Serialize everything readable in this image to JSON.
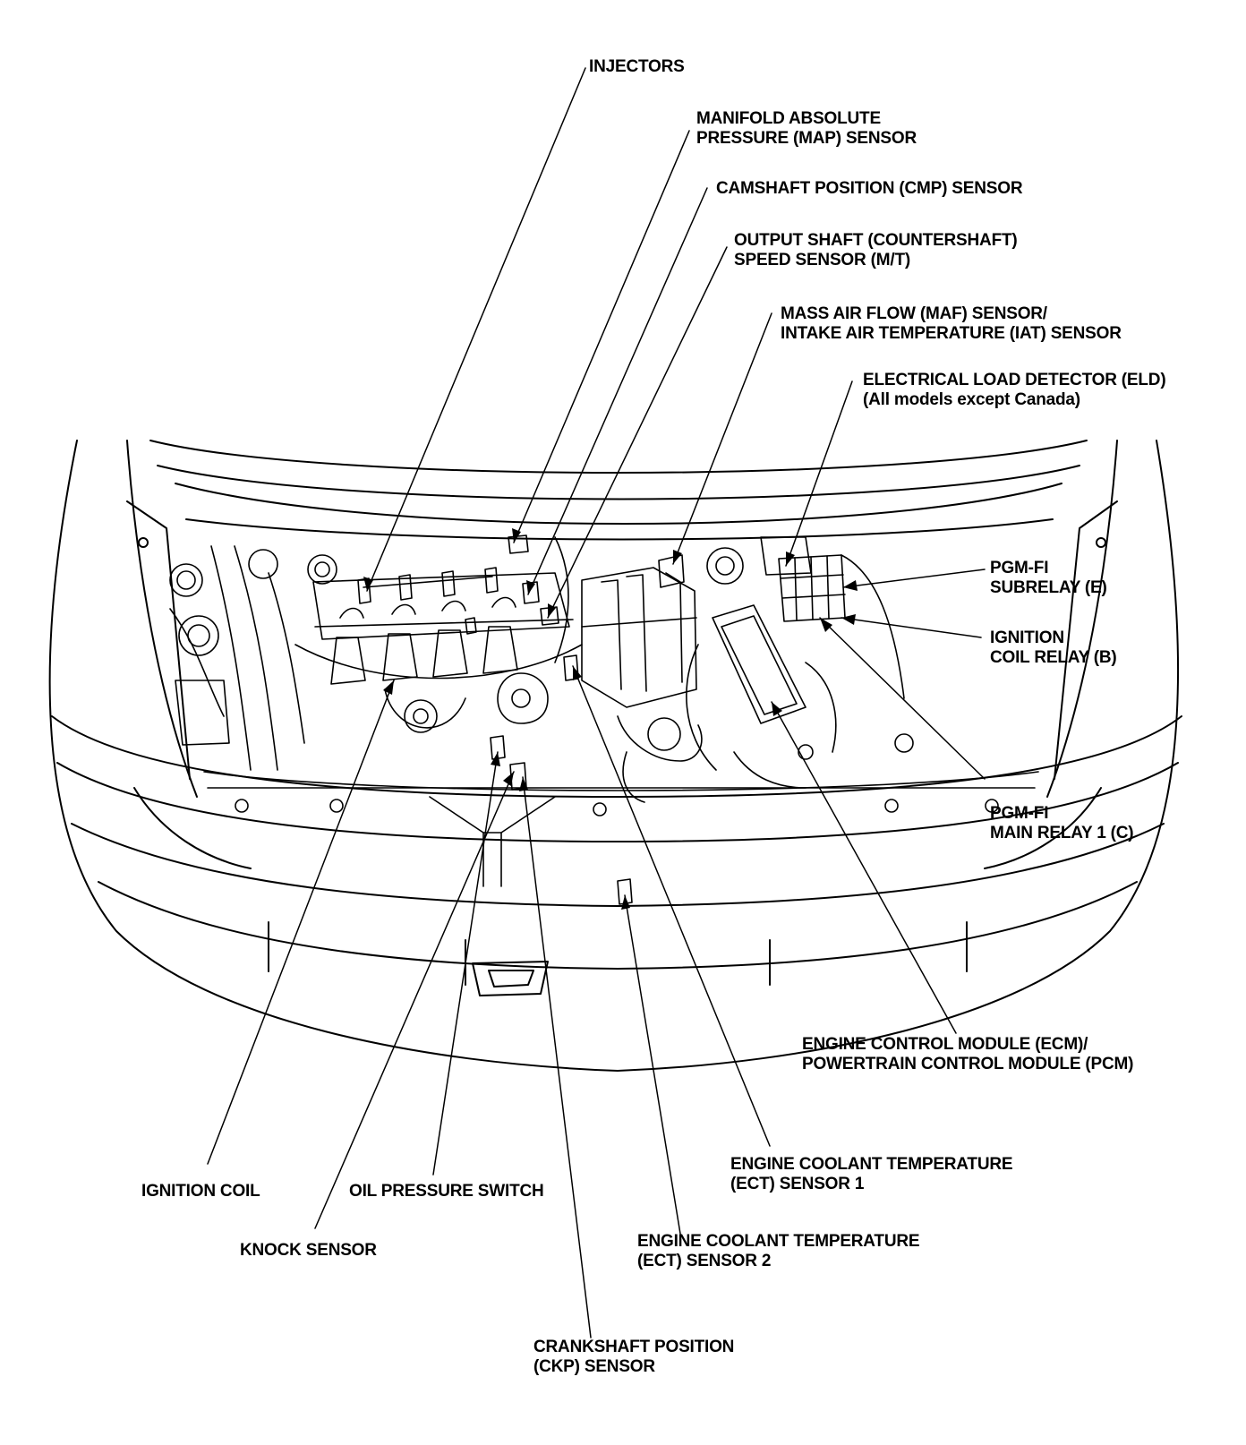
{
  "diagram": {
    "colors": {
      "ink": "#000000",
      "paper": "#ffffff"
    },
    "labels": {
      "injectors": [
        "INJECTORS"
      ],
      "map_sensor": [
        "MANIFOLD ABSOLUTE",
        "PRESSURE (MAP) SENSOR"
      ],
      "cmp_sensor": [
        "CAMSHAFT POSITION (CMP) SENSOR"
      ],
      "output_shaft_sensor": [
        "OUTPUT SHAFT (COUNTERSHAFT)",
        "SPEED SENSOR (M/T)"
      ],
      "maf_iat_sensor": [
        "MASS AIR FLOW (MAF) SENSOR/",
        "INTAKE AIR TEMPERATURE (IAT) SENSOR"
      ],
      "eld": [
        "ELECTRICAL LOAD DETECTOR (ELD)",
        "(All models except Canada)"
      ],
      "pgm_fi_subrelay": [
        "PGM-FI",
        "SUBRELAY (E)"
      ],
      "ignition_coil_relay": [
        "IGNITION",
        "COIL RELAY (B)"
      ],
      "pgm_fi_main_relay": [
        "PGM-FI",
        "MAIN RELAY 1 (C)"
      ],
      "ecm_pcm": [
        "ENGINE CONTROL MODULE (ECM)/",
        "POWERTRAIN CONTROL MODULE (PCM)"
      ],
      "ect_sensor_1": [
        "ENGINE COOLANT TEMPERATURE",
        "(ECT) SENSOR 1"
      ],
      "ect_sensor_2": [
        "ENGINE COOLANT TEMPERATURE",
        "(ECT) SENSOR 2"
      ],
      "ignition_coil": [
        "IGNITION COIL"
      ],
      "oil_pressure_switch": [
        "OIL PRESSURE SWITCH"
      ],
      "knock_sensor": [
        "KNOCK SENSOR"
      ],
      "ckp_sensor": [
        "CRANKSHAFT POSITION",
        "(CKP) SENSOR"
      ]
    }
  }
}
